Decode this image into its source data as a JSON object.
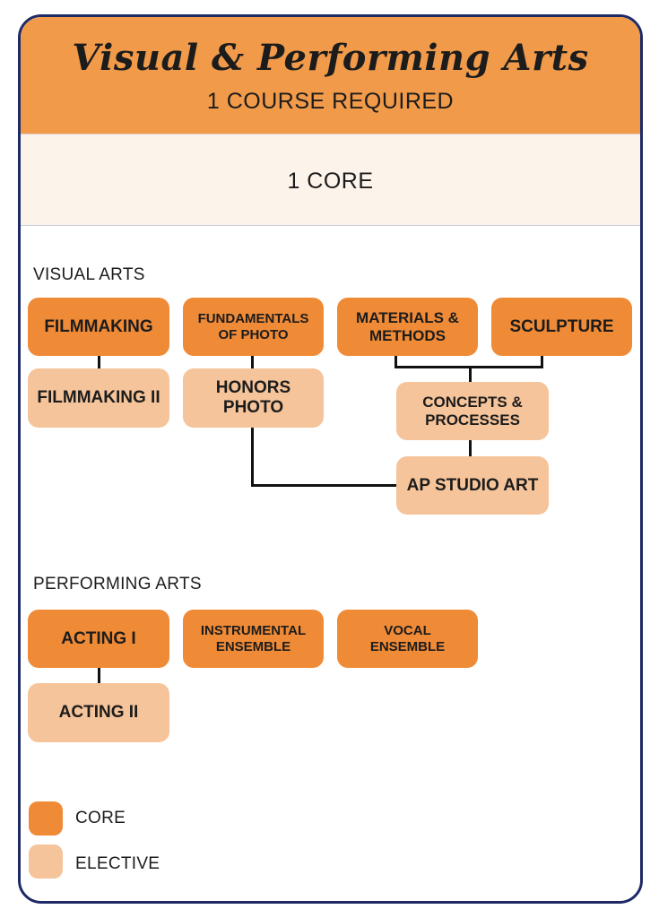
{
  "header": {
    "title": "Visual & Performing Arts",
    "subtitle": "1 COURSE REQUIRED"
  },
  "requirement": {
    "text": "1 CORE"
  },
  "visual_arts": {
    "label": "VISUAL ARTS",
    "courses": {
      "filmmaking": "FILMMAKING",
      "filmmaking_ii": "FILMMAKING II",
      "fundamentals_photo": "FUNDAMENTALS OF PHOTO",
      "honors_photo": "HONORS PHOTO",
      "materials_methods": "MATERIALS & METHODS",
      "sculpture": "SCULPTURE",
      "concepts_processes": "CONCEPTS & PROCESSES",
      "ap_studio_art": "AP STUDIO ART"
    }
  },
  "performing_arts": {
    "label": "PERFORMING ARTS",
    "courses": {
      "acting_i": "ACTING I",
      "acting_ii": "ACTING II",
      "instrumental_ensemble": "INSTRUMENTAL ENSEMBLE",
      "vocal_ensemble": "VOCAL ENSEMBLE"
    }
  },
  "legend": {
    "core": {
      "label": "CORE",
      "color": "#ef8a36"
    },
    "elective": {
      "label": "ELECTIVE",
      "color": "#f6c49a"
    }
  },
  "colors": {
    "header": "#f19a4a",
    "band": "#fcf3ea",
    "border": "#1e2a66",
    "core": "#ef8a36",
    "elective": "#f6c49a",
    "connector": "#111111"
  }
}
